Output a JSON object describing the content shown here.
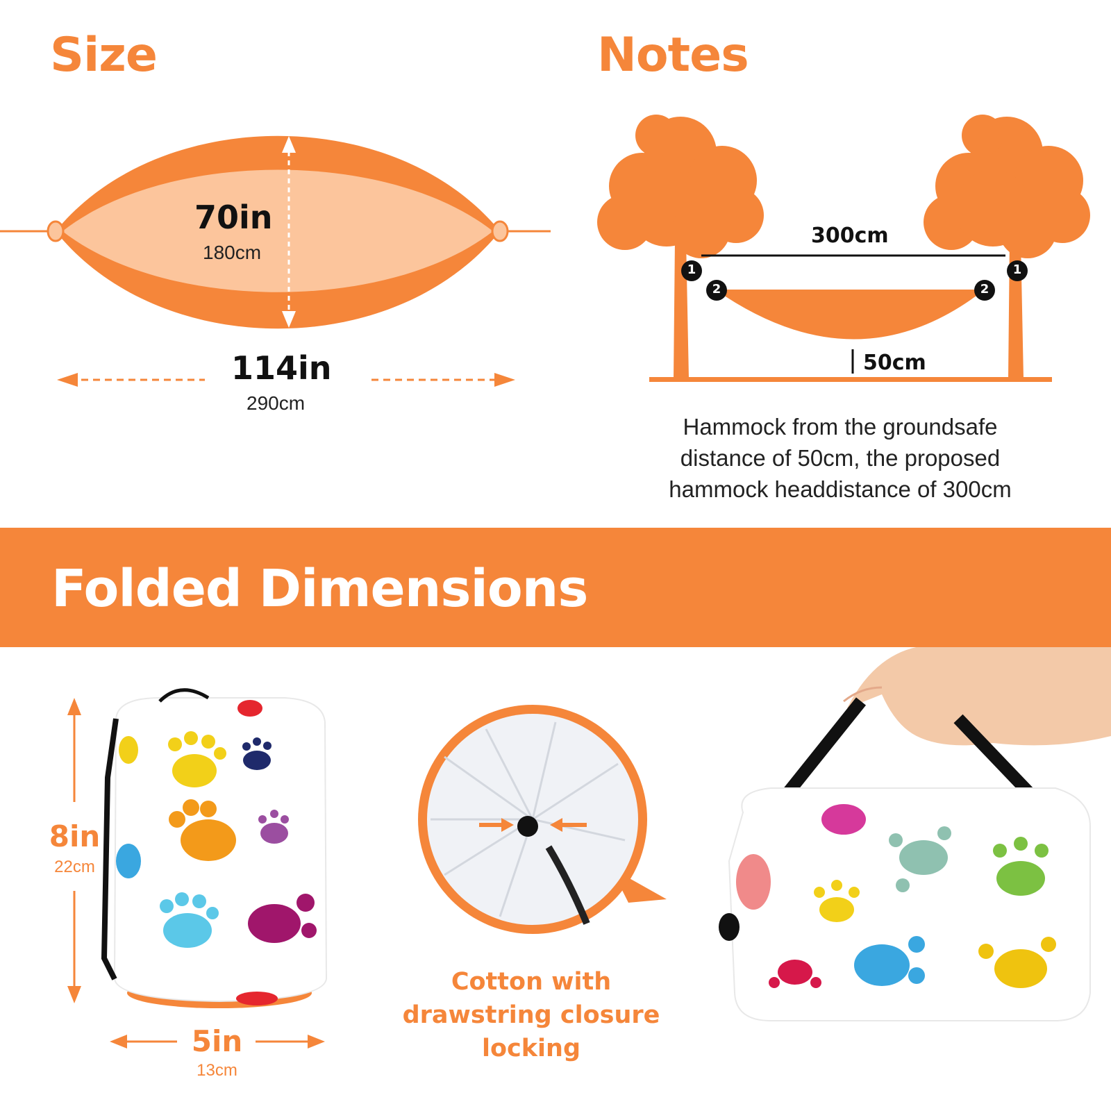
{
  "size": {
    "title": "Size",
    "width_in": "70in",
    "width_cm": "180cm",
    "length_in": "114in",
    "length_cm": "290cm"
  },
  "notes": {
    "title": "Notes",
    "distance_label": "300cm",
    "height_label": "50cm",
    "marker_1": "1",
    "marker_2": "2",
    "description": "Hammock from the groundsafe distance of 50cm, the proposed hammock headdistance of 300cm"
  },
  "folded": {
    "title": "Folded Dimensions",
    "height_in": "8in",
    "height_cm": "22cm",
    "width_in": "5in",
    "width_cm": "13cm",
    "caption": "Cotton with drawstring closure locking"
  },
  "colors": {
    "accent": "#f5863a",
    "accent_light": "#fcc59c",
    "text": "#111111"
  }
}
